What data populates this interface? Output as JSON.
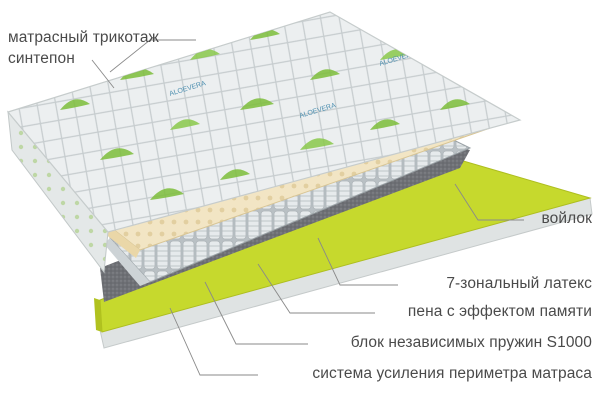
{
  "layers": {
    "top_fabric": "матрасный трикотаж",
    "sintepon": "синтепон",
    "felt": "войлок",
    "latex": "7-зональный латекс",
    "memory_foam": "пена с эффектом памяти",
    "springs": "блок независимых пружин S1000",
    "perimeter": "система усиления периметра матраса"
  },
  "cover_print": "ALOEVERA",
  "colors": {
    "fabric": "#e9ecec",
    "quilt_line": "#c9cfcf",
    "leaf": "#7cbd3a",
    "latex": "#f1e3bf",
    "felt": "#6f7176",
    "foam": "#c6d92d",
    "spring": "#dfe3e5",
    "label_text": "#4a4a4a",
    "leader": "#8a8a8a"
  }
}
